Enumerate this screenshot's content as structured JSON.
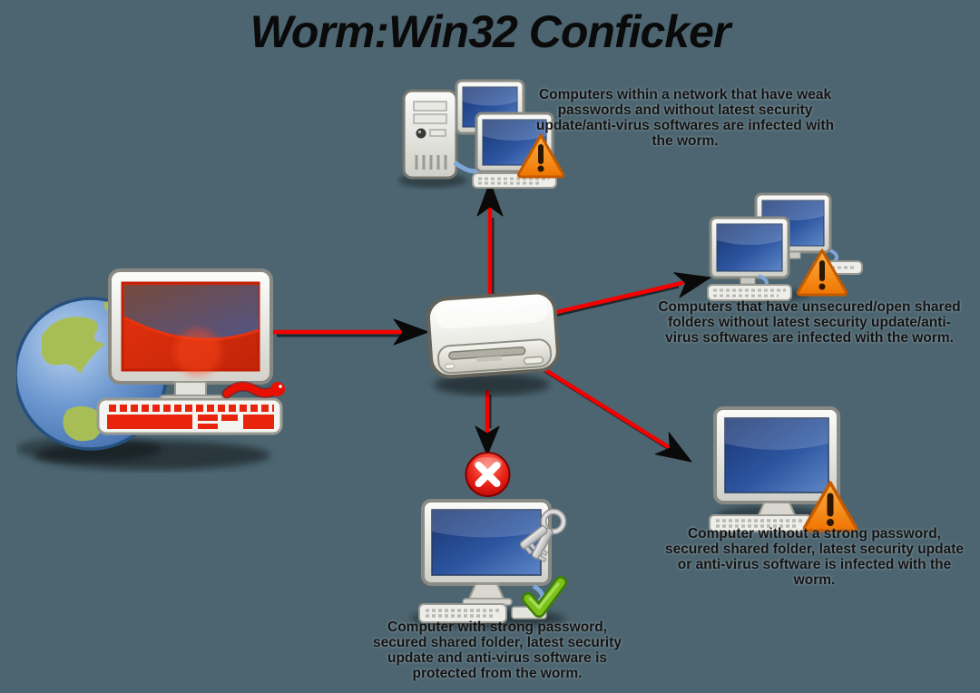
{
  "title": "Worm:Win32 Conficker",
  "colors": {
    "background": "#4C6570",
    "arrow_red": "#F50000",
    "arrowhead_black": "#0A0A0A",
    "warning_orange": "#F58A1F",
    "screen_blue": "#2B4F9E",
    "infected_screen_red": "#DD2A0F",
    "check_green": "#73D216",
    "blocked_red": "#D40000",
    "title_color": "#0A0A0A"
  },
  "nodes": {
    "internet_source": {
      "icon": "globe-infected-computer-icon"
    },
    "network_hub": {
      "icon": "network-drive-icon"
    },
    "weak_password_network": {
      "icon": "server-computers-warning-icon",
      "note": "Computers within a network that have weak passwords and without latest security update/anti-virus softwares are infected with the worm."
    },
    "open_shared_folders": {
      "icon": "computers-warning-icon",
      "note": "Computers that have unsecured/open shared folders without latest security update/anti-virus softwares are infected with the worm."
    },
    "unprotected_computer": {
      "icon": "computer-warning-icon",
      "note": "Computer without a strong password, secured shared folder, latest security update or anti-virus software is infected with the worm."
    },
    "protected_computer": {
      "icon": "computer-keys-check-icon",
      "note": "Computer with strong password, secured shared folder, latest security update and anti-virus software is protected from the worm."
    },
    "blocked": {
      "icon": "red-x-circle-icon"
    }
  }
}
